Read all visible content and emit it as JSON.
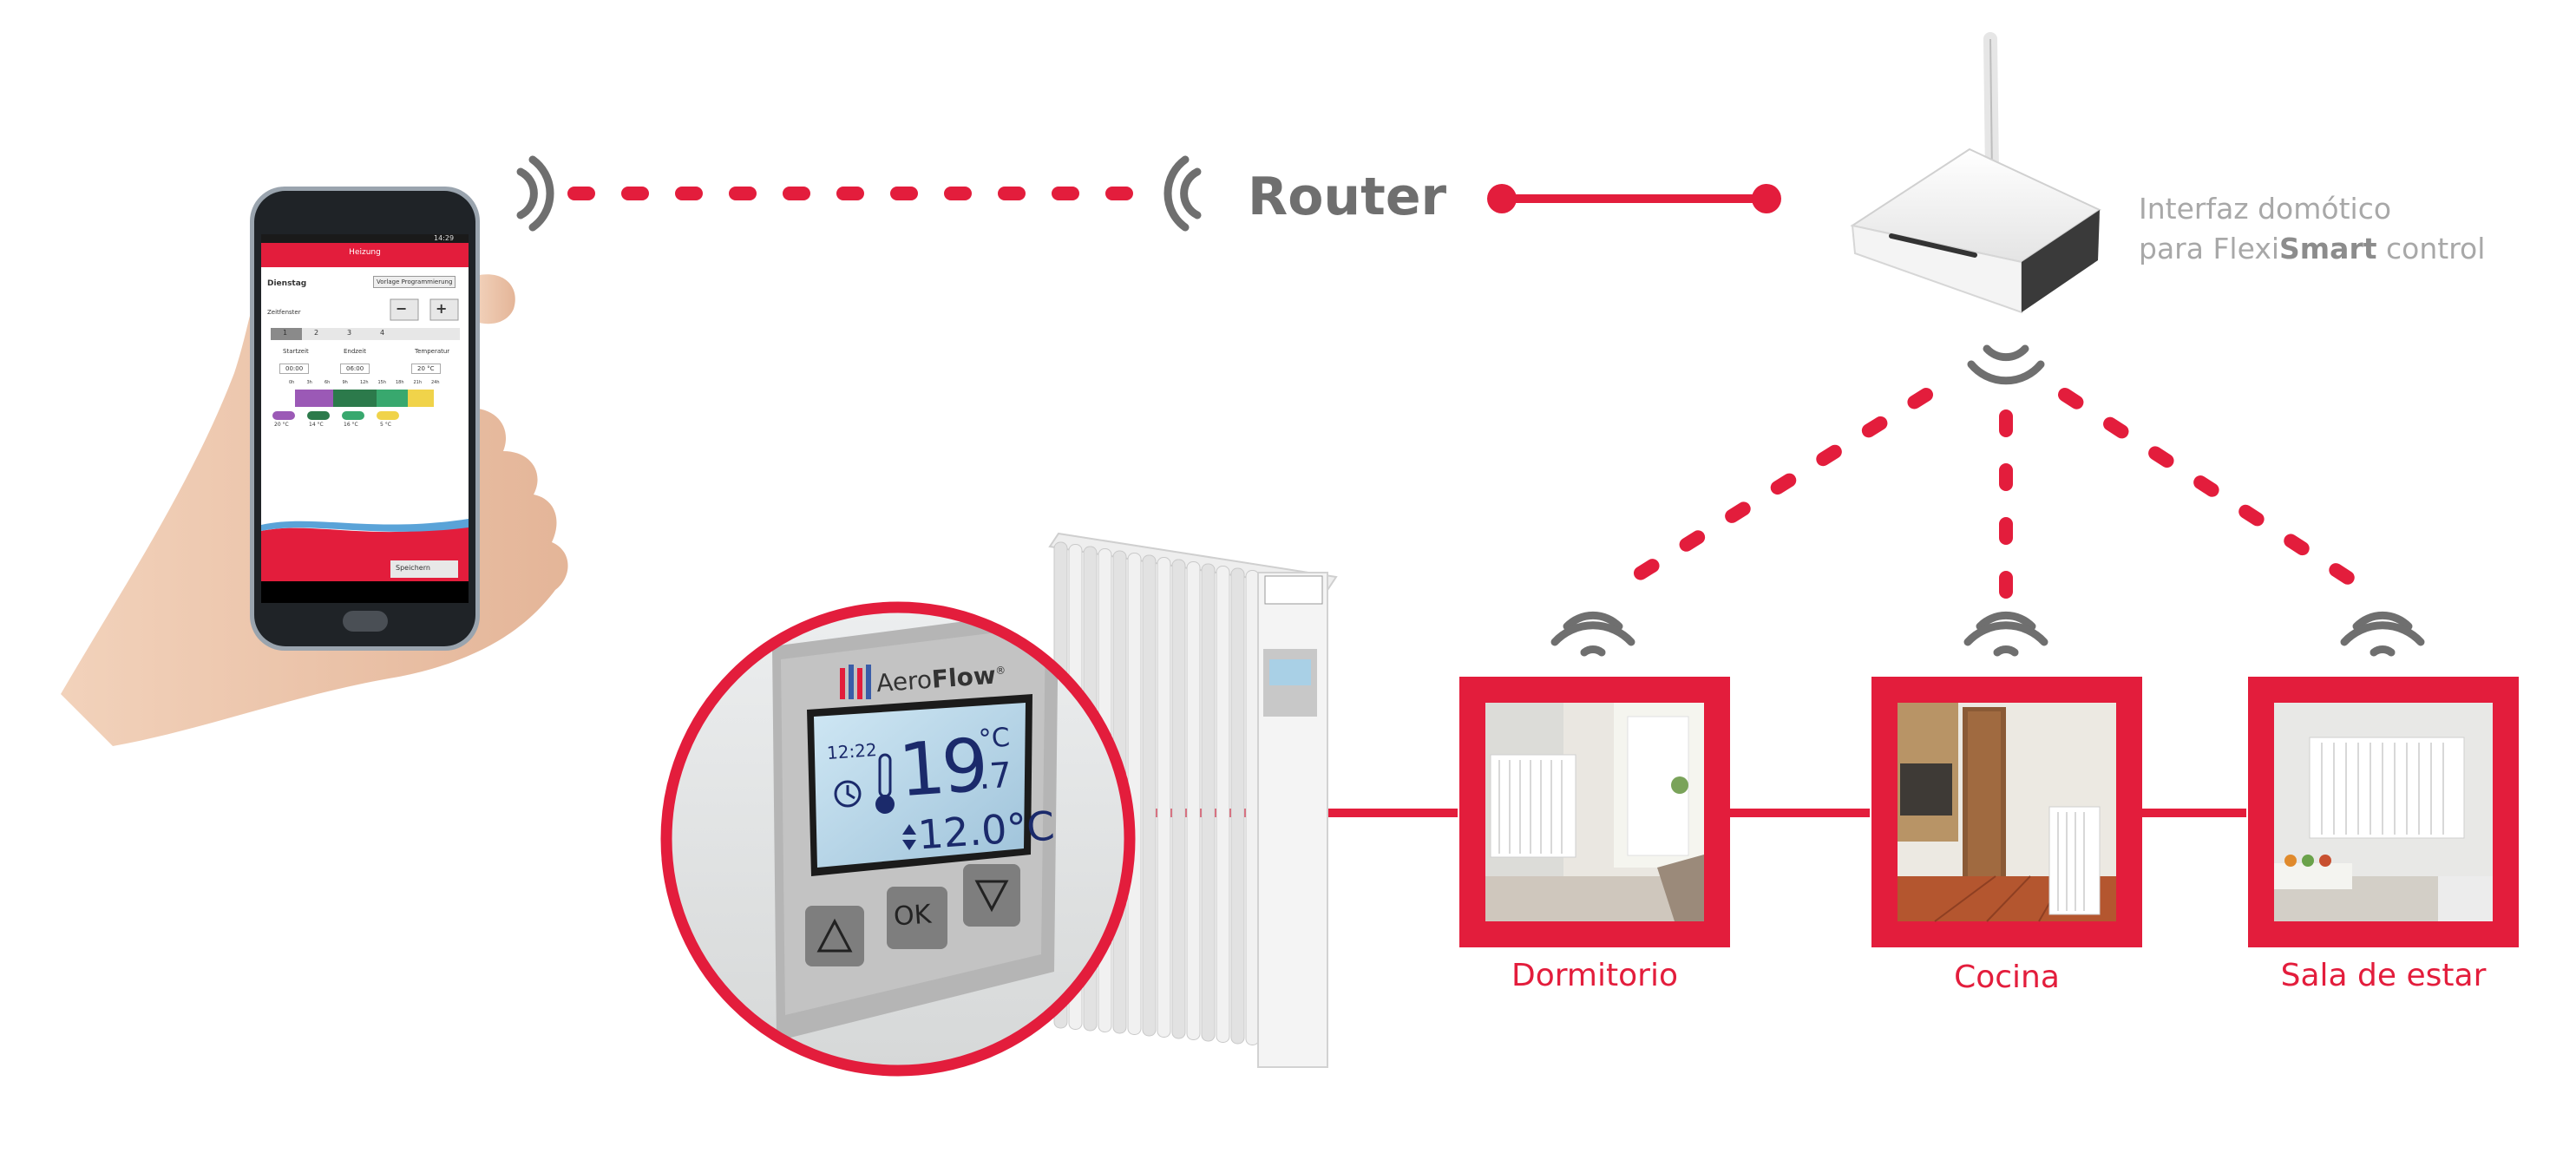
{
  "router": {
    "label": "Router"
  },
  "interface": {
    "line1": "Interfaz domótico",
    "line2_prefix": "para Flexi",
    "line2_bold": "Smart",
    "line2_suffix": " control"
  },
  "rooms": [
    {
      "name": "Dormitorio"
    },
    {
      "name": "Cocina"
    },
    {
      "name": "Sala de estar"
    }
  ],
  "thermostat": {
    "brand_prefix": "Aero",
    "brand_bold": "Flow",
    "brand_mark": "®",
    "time": "12:22",
    "temp_main": "19",
    "temp_decimal": ".7",
    "temp_unit": "°C",
    "set_temp": "12.0°C",
    "ok_label": "OK"
  },
  "phone_app": {
    "header": "Heizung",
    "day": "Dienstag",
    "preset_button": "Vorlage Programmierung",
    "zone_label": "Zeitfenster",
    "tabs": [
      "1",
      "2",
      "3",
      "4"
    ],
    "col_start": "Startzeit",
    "col_end": "Endzeit",
    "col_temp": "Temperatur",
    "start_value": "00:00",
    "end_value": "06:00",
    "temp_value": "20 °C",
    "hours": [
      "0h",
      "3h",
      "6h",
      "9h",
      "12h",
      "15h",
      "18h",
      "21h",
      "24h"
    ],
    "legend": [
      "20 °C",
      "14 °C",
      "16 °C",
      "5 °C"
    ],
    "save_button": "Speichern",
    "status_time": "14:29"
  },
  "colors": {
    "accent": "#e31d3c",
    "wifi_grey": "#6f6f6f",
    "text_grey": "#a8a8a8"
  }
}
